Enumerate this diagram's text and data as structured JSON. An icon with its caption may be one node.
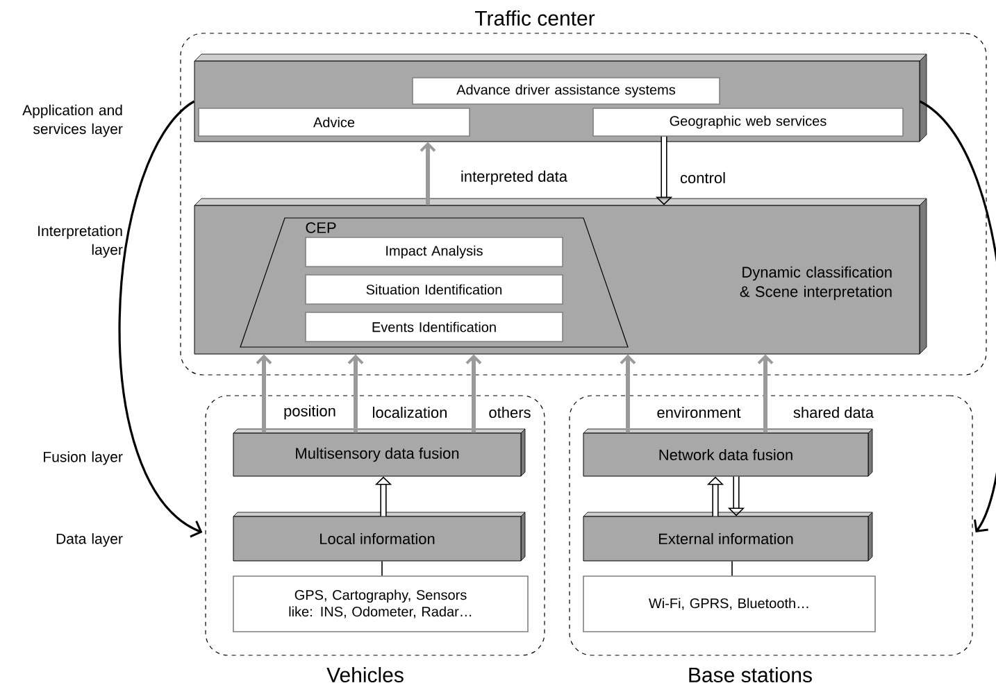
{
  "diagram": {
    "nodes": [
      {
        "text": [
          "Traffic center"
        ]
      },
      {
        "text": [],
        "shape": "box",
        "in": 0
      },
      {
        "text": [
          "Advance driver assistance systems"
        ],
        "in": 1
      },
      {
        "text": [
          "Advice"
        ],
        "in": 1
      },
      {
        "text": [
          "Geographic web services"
        ],
        "in": 1
      },
      {
        "text": [
          "Dynamic classification & Scene interpretation"
        ],
        "in": 0
      },
      {
        "text": [
          "CEP"
        ],
        "in": 5
      },
      {
        "text": [
          "Impact Analysis"
        ],
        "in": 6
      },
      {
        "text": [
          "Situation Identification"
        ],
        "in": 6
      },
      {
        "text": [
          "Events Identification"
        ],
        "in": 6
      },
      {
        "text": [
          "Vehicles"
        ]
      },
      {
        "text": [
          "Multisensory data fusion"
        ],
        "in": 10
      },
      {
        "text": [
          "Local information"
        ],
        "in": 10
      },
      {
        "text": [
          "GPS, Cartography, Sensors like: INS, Odometer, Radar…"
        ],
        "in": 10
      },
      {
        "text": [
          "Base stations"
        ]
      },
      {
        "text": [
          "Network data fusion"
        ],
        "in": 14
      },
      {
        "text": [
          "External information"
        ],
        "in": 14
      },
      {
        "text": [
          "Wi-Fi, GPRS, Bluetooth…"
        ],
        "in": 14
      }
    ],
    "edges": [
      {
        "from": 5,
        "to": 1,
        "arrow": "to",
        "label": "interpreted data",
        "color": "#9a9a9a"
      },
      {
        "from": 4,
        "to": 5,
        "arrow": "to",
        "label": "control"
      },
      {
        "from": 11,
        "to": 5,
        "arrow": "to",
        "label": "position",
        "color": "#9a9a9a"
      },
      {
        "from": 11,
        "to": 5,
        "arrow": "to",
        "label": "localization",
        "color": "#9a9a9a"
      },
      {
        "from": 11,
        "to": 5,
        "arrow": "to",
        "label": "others",
        "color": "#9a9a9a"
      },
      {
        "from": 15,
        "to": 5,
        "arrow": "to",
        "label": "environment",
        "color": "#9a9a9a"
      },
      {
        "from": 15,
        "to": 5,
        "arrow": "to",
        "label": "shared data",
        "color": "#9a9a9a"
      },
      {
        "from": 12,
        "to": 11,
        "arrow": "to"
      },
      {
        "from": 16,
        "to": 15,
        "arrow": "to"
      },
      {
        "from": 15,
        "to": 16,
        "arrow": "to"
      },
      {
        "from": 12,
        "to": 13,
        "arrow": "none"
      },
      {
        "from": 16,
        "to": 17,
        "arrow": "none"
      },
      {
        "from": 1,
        "to": 10,
        "arrow": "to"
      },
      {
        "from": 1,
        "to": 14,
        "arrow": "to"
      }
    ],
    "labels": [
      "Application and services layer",
      "Interpretation layer",
      "Fusion layer",
      "Data layer"
    ]
  }
}
